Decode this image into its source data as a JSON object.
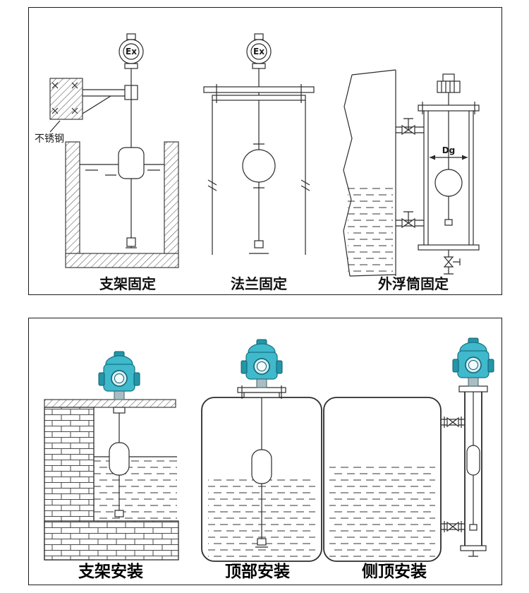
{
  "colors": {
    "line": "#2b2b2b",
    "transmitter_teal": "#3fb9cb",
    "transmitter_teal_dark": "#2396a8"
  },
  "top_panel": {
    "figures": [
      {
        "caption": "支架固定",
        "head_label": "Ex",
        "material_label": "不锈钢"
      },
      {
        "caption": "法兰固定",
        "head_label": "Ex"
      },
      {
        "caption": "外浮筒固定",
        "pipe_label": "Dg"
      }
    ]
  },
  "bottom_panel": {
    "figures": [
      {
        "caption": "支架安装"
      },
      {
        "caption": "顶部安装"
      },
      {
        "caption": "侧顶安装"
      }
    ]
  }
}
